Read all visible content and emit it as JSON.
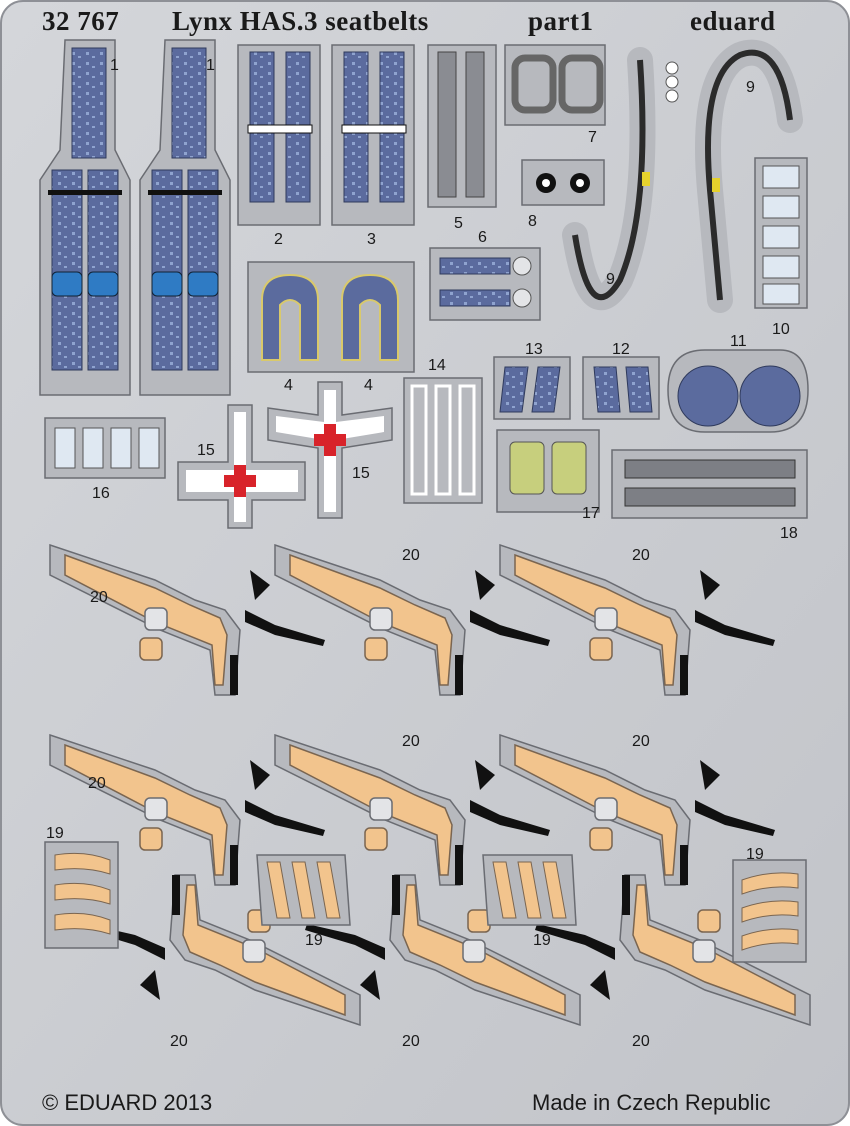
{
  "header": {
    "set_number": "32 767",
    "title": "Lynx HAS.3 seatbelts",
    "part": "part1",
    "brand": "eduard"
  },
  "footer": {
    "copyright": "© EDUARD 2013",
    "origin": "Made in Czech Republic"
  },
  "part_labels": {
    "p1a": "1",
    "p1b": "1",
    "p2": "2",
    "p3": "3",
    "p4a": "4",
    "p4b": "4",
    "p5": "5",
    "p6": "6",
    "p7": "7",
    "p8": "8",
    "p9a": "9",
    "p9b": "9",
    "p10": "10",
    "p11": "11",
    "p12": "12",
    "p13": "13",
    "p14": "14",
    "p15a": "15",
    "p15b": "15",
    "p16": "16",
    "p17": "17",
    "p18": "18",
    "p19a": "19",
    "p19b": "19",
    "p19c": "19",
    "p19d": "19",
    "p20a": "20",
    "p20b": "20",
    "p20c": "20",
    "p20d": "20",
    "p20e": "20",
    "p20f": "20",
    "p20g": "20",
    "p20h": "20",
    "p20i": "20"
  },
  "colors": {
    "fret_metal": "#c9cbd0",
    "belt_blue": "#5b6b9e",
    "buckle_blue": "#2f7bc4",
    "belt_tan": "#f2c48d",
    "red_cross": "#d8232a",
    "olive_pad": "#c7cf7d"
  }
}
